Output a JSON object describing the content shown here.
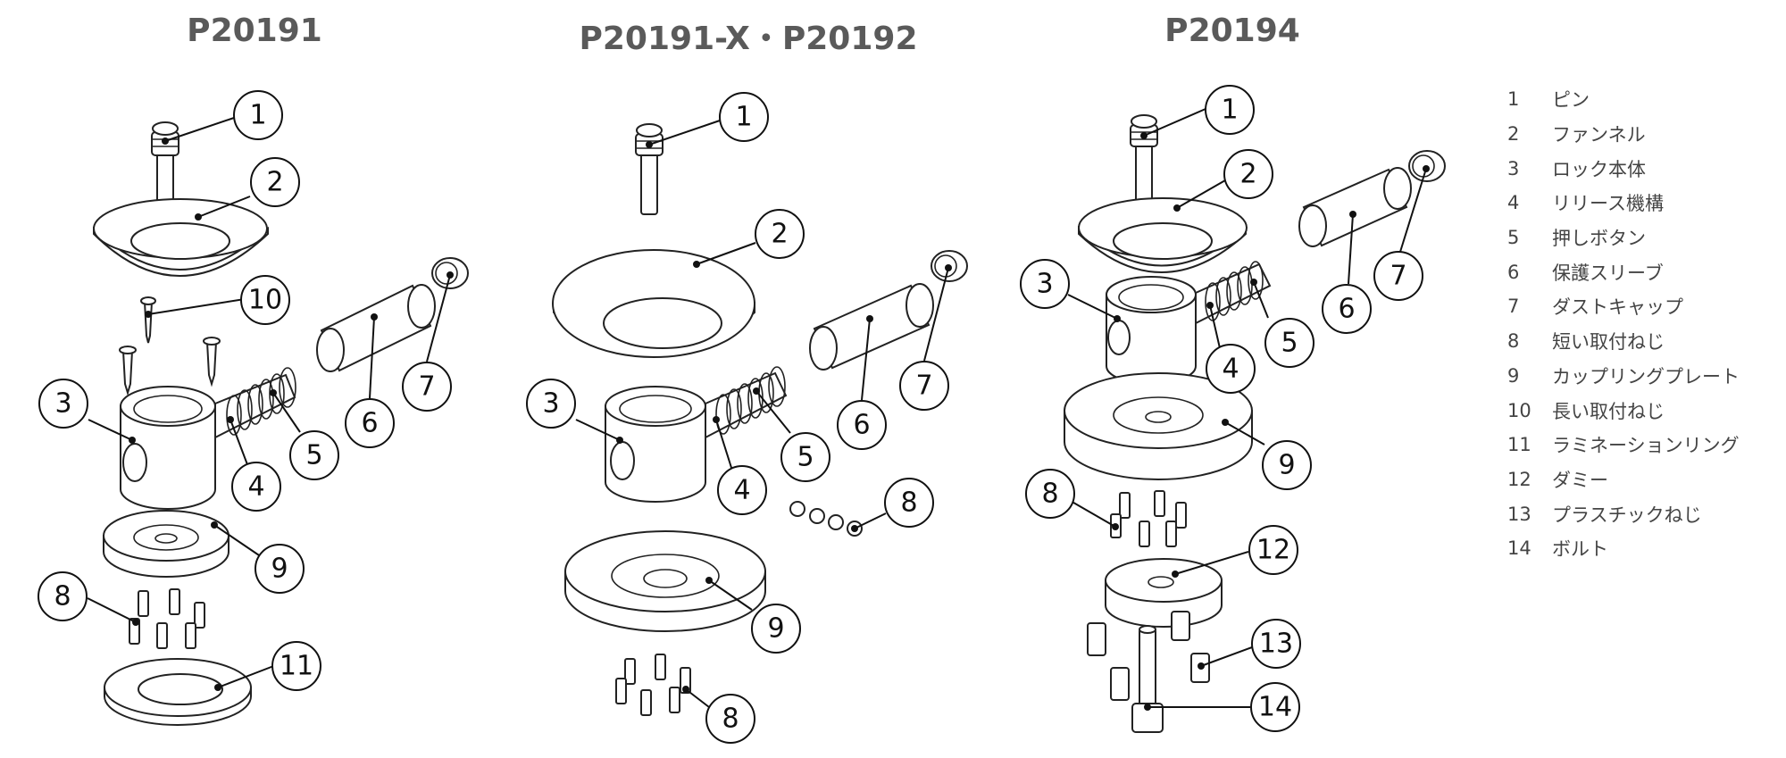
{
  "titles": {
    "a": "P20191",
    "b": "P20191-X・P20192",
    "c": "P20194"
  },
  "legend": [
    {
      "num": "1",
      "name": "ピン"
    },
    {
      "num": "2",
      "name": "ファンネル"
    },
    {
      "num": "3",
      "name": "ロック本体"
    },
    {
      "num": "4",
      "name": "リリース機構"
    },
    {
      "num": "5",
      "name": "押しボタン"
    },
    {
      "num": "6",
      "name": "保護スリーブ"
    },
    {
      "num": "7",
      "name": "ダストキャップ"
    },
    {
      "num": "8",
      "name": "短い取付ねじ"
    },
    {
      "num": "9",
      "name": "カップリングプレート"
    },
    {
      "num": "10",
      "name": "長い取付ねじ"
    },
    {
      "num": "11",
      "name": "ラミネーションリング"
    },
    {
      "num": "12",
      "name": "ダミー"
    },
    {
      "num": "13",
      "name": "プラスチックねじ"
    },
    {
      "num": "14",
      "name": "ボルト"
    }
  ],
  "callouts": {
    "a": [
      "1",
      "2",
      "10",
      "7",
      "6",
      "3",
      "5",
      "4",
      "9",
      "8",
      "11"
    ],
    "b": [
      "1",
      "2",
      "7",
      "6",
      "3",
      "5",
      "4",
      "8",
      "9",
      "8"
    ],
    "c": [
      "1",
      "2",
      "7",
      "6",
      "3",
      "5",
      "4",
      "9",
      "8",
      "12",
      "13",
      "14"
    ]
  }
}
